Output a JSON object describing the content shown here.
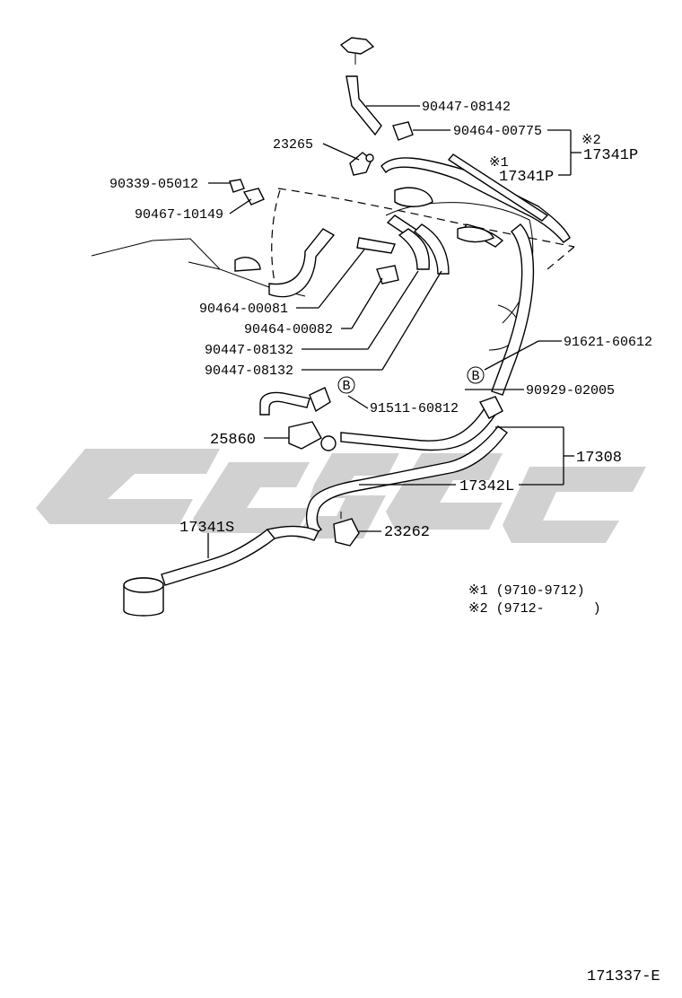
{
  "parts": {
    "p_90447_08142": "90447-08142",
    "p_90464_00775": "90464-00775",
    "p_23265": "23265",
    "p_90339_05012": "90339-05012",
    "p_90467_10149": "90467-10149",
    "p_17341p_a": "17341P",
    "p_17341p_b": "17341P",
    "p_90464_00081": "90464-00081",
    "p_90464_00082": "90464-00082",
    "p_90447_08132_a": "90447-08132",
    "p_90447_08132_b": "90447-08132",
    "p_91621_60612": "91621-60612",
    "p_90929_02005": "90929-02005",
    "p_91511_60812": "91511-60812",
    "p_25860": "25860",
    "p_17308": "17308",
    "p_17342l": "17342L",
    "p_17341s": "17341S",
    "p_23262": "23262"
  },
  "marks": {
    "note1_mark": "※1",
    "note2_mark": "※2",
    "ref_b": "B"
  },
  "notes": {
    "note1": "※1 (9710-9712)",
    "note2": "※2 (9712-      )"
  },
  "footer": {
    "diagram_id": "171337-E"
  }
}
